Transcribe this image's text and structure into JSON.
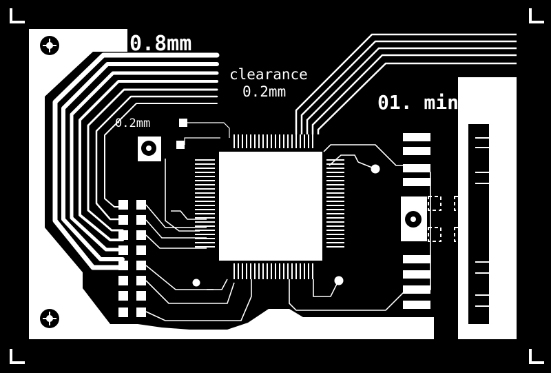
{
  "labels": {
    "trace_width": "0.8mm",
    "clearance_line1": "clearance",
    "clearance_line2": "0.2mm",
    "min_spacing": "01. min",
    "small_width": "0.2mm"
  },
  "colors": {
    "background": "#000000",
    "copper": "#ffffff"
  },
  "icons": [
    "corner-mark",
    "fiducial",
    "via"
  ]
}
